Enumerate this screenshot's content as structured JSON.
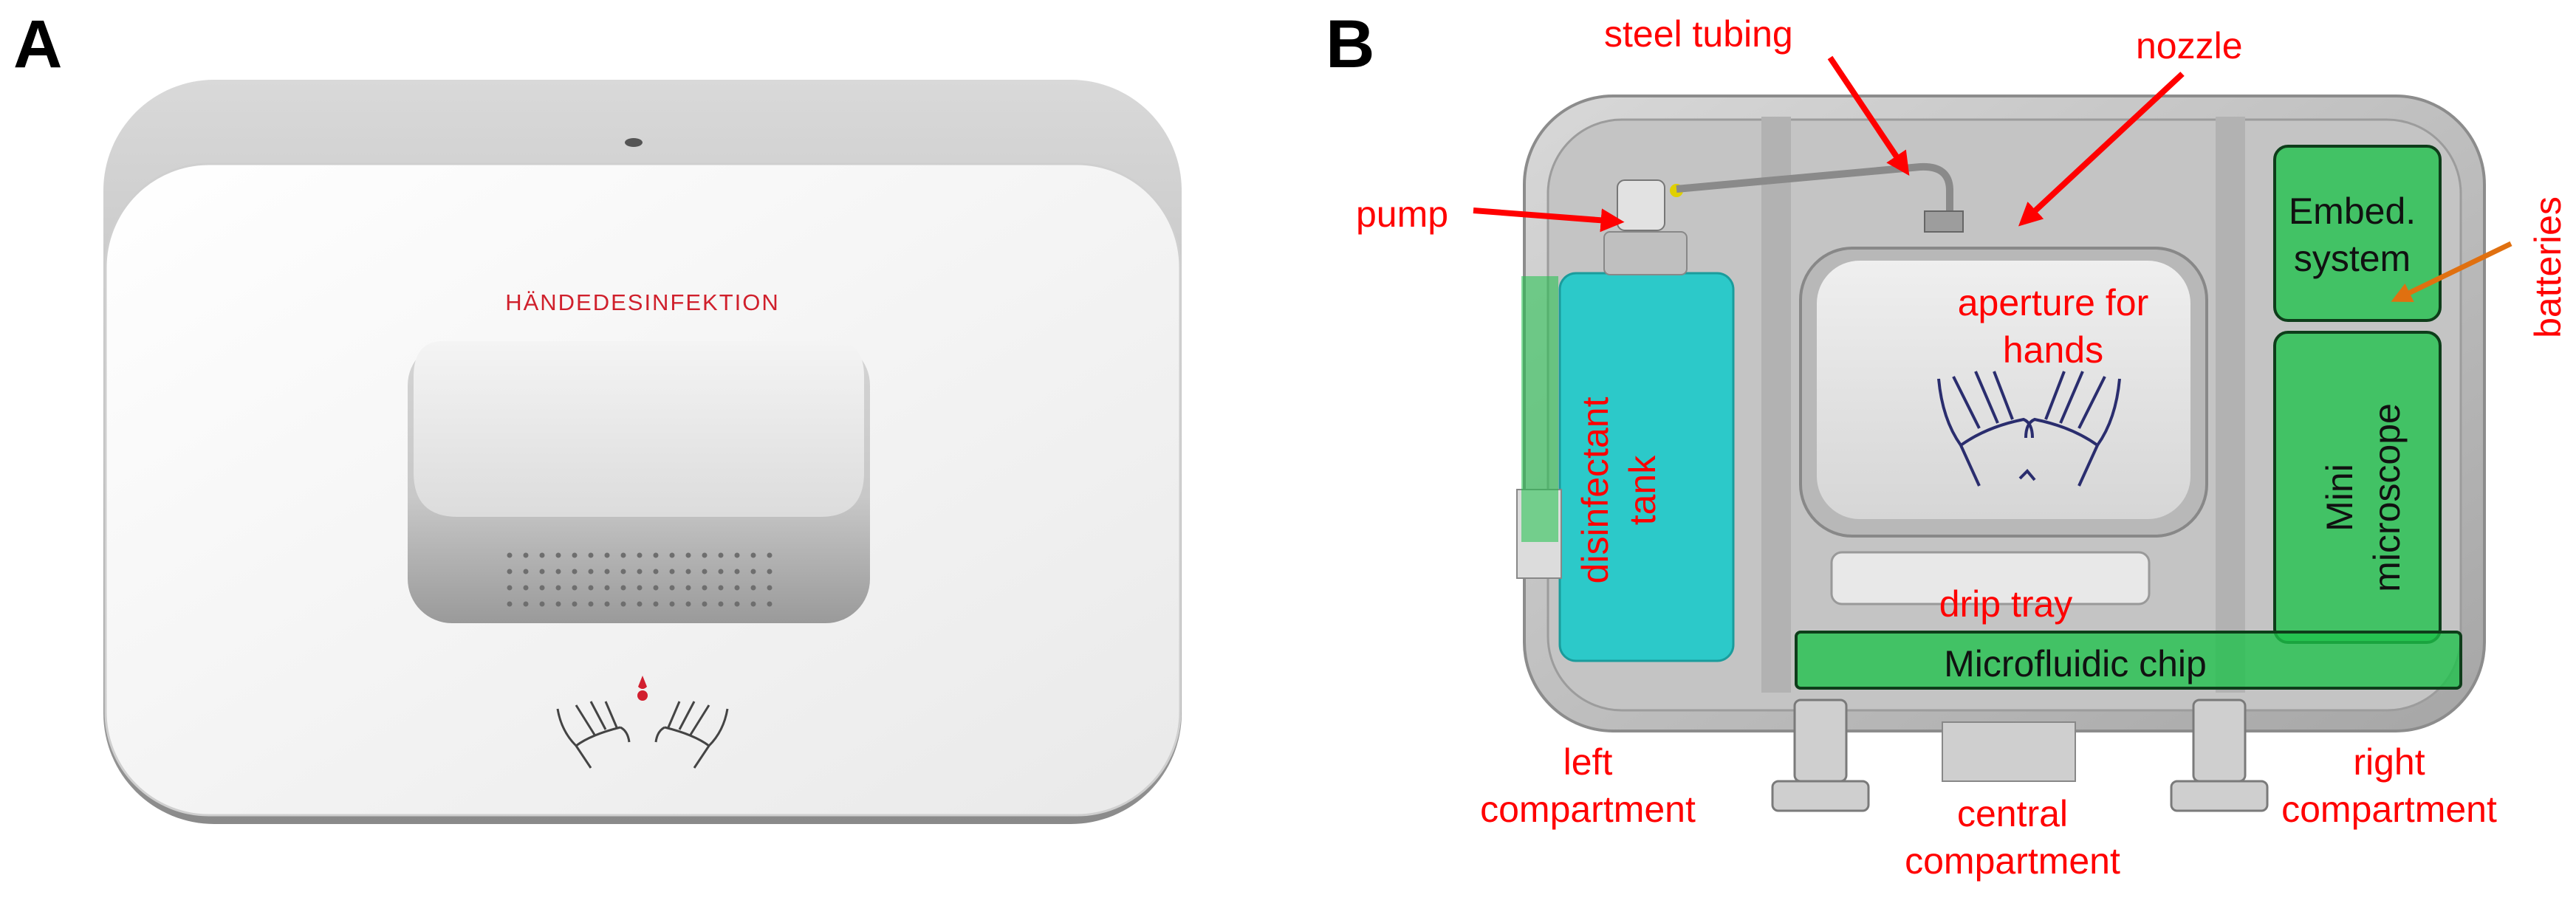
{
  "panel_a": {
    "letter": "A",
    "device_label": "HÄNDEDESINFEKTION"
  },
  "panel_b": {
    "letter": "B",
    "labels": {
      "steel_tubing": "steel tubing",
      "nozzle": "nozzle",
      "pump": "pump",
      "batteries": "batteries",
      "embed_system": "Embed. system",
      "aperture_for_hands": "aperture for hands",
      "disinfectant_tank": "disinfectant tank",
      "mini_microscope": "Mini microscope",
      "drip_tray": "drip tray",
      "microfluidic_chip": "Microfluidic chip",
      "left_compartment": "left compartment",
      "central_compartment": "central compartment",
      "right_compartment": "right compartment"
    }
  },
  "colors": {
    "label_red": "#ff0000",
    "component_green": "#1ec24a",
    "tank_cyan": "#2cc9c9",
    "arrow_orange": "#e07010"
  }
}
